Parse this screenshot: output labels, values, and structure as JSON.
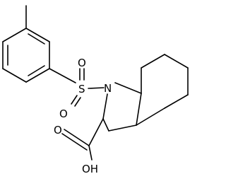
{
  "molecule": {
    "atoms": {
      "nitrogen": "N",
      "sulfur": "S",
      "oxygen_upper": "O",
      "oxygen_lower": "O",
      "carbonyl_oxygen": "O",
      "hydroxyl": "OH"
    },
    "colors": {
      "bond": "#000000",
      "label": "#000000",
      "background": "#ffffff"
    }
  }
}
